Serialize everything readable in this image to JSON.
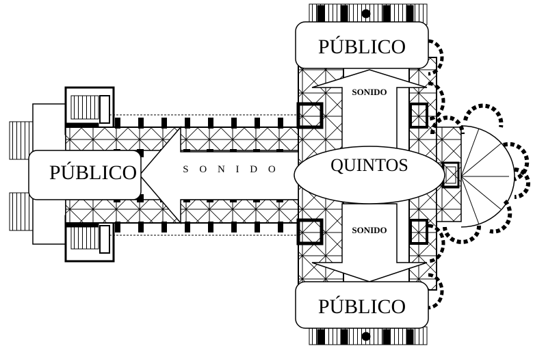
{
  "labels": {
    "public_top": "PÚBLICO",
    "public_left": "PÚBLICO",
    "public_bottom": "PÚBLICO",
    "quintos": "QUINTOS",
    "sound_top": "SONIDO",
    "sound_nave": "S O N I D O",
    "sound_bottom": "SONIDO"
  },
  "colors": {
    "ink": "#000000",
    "paper": "#ffffff"
  }
}
